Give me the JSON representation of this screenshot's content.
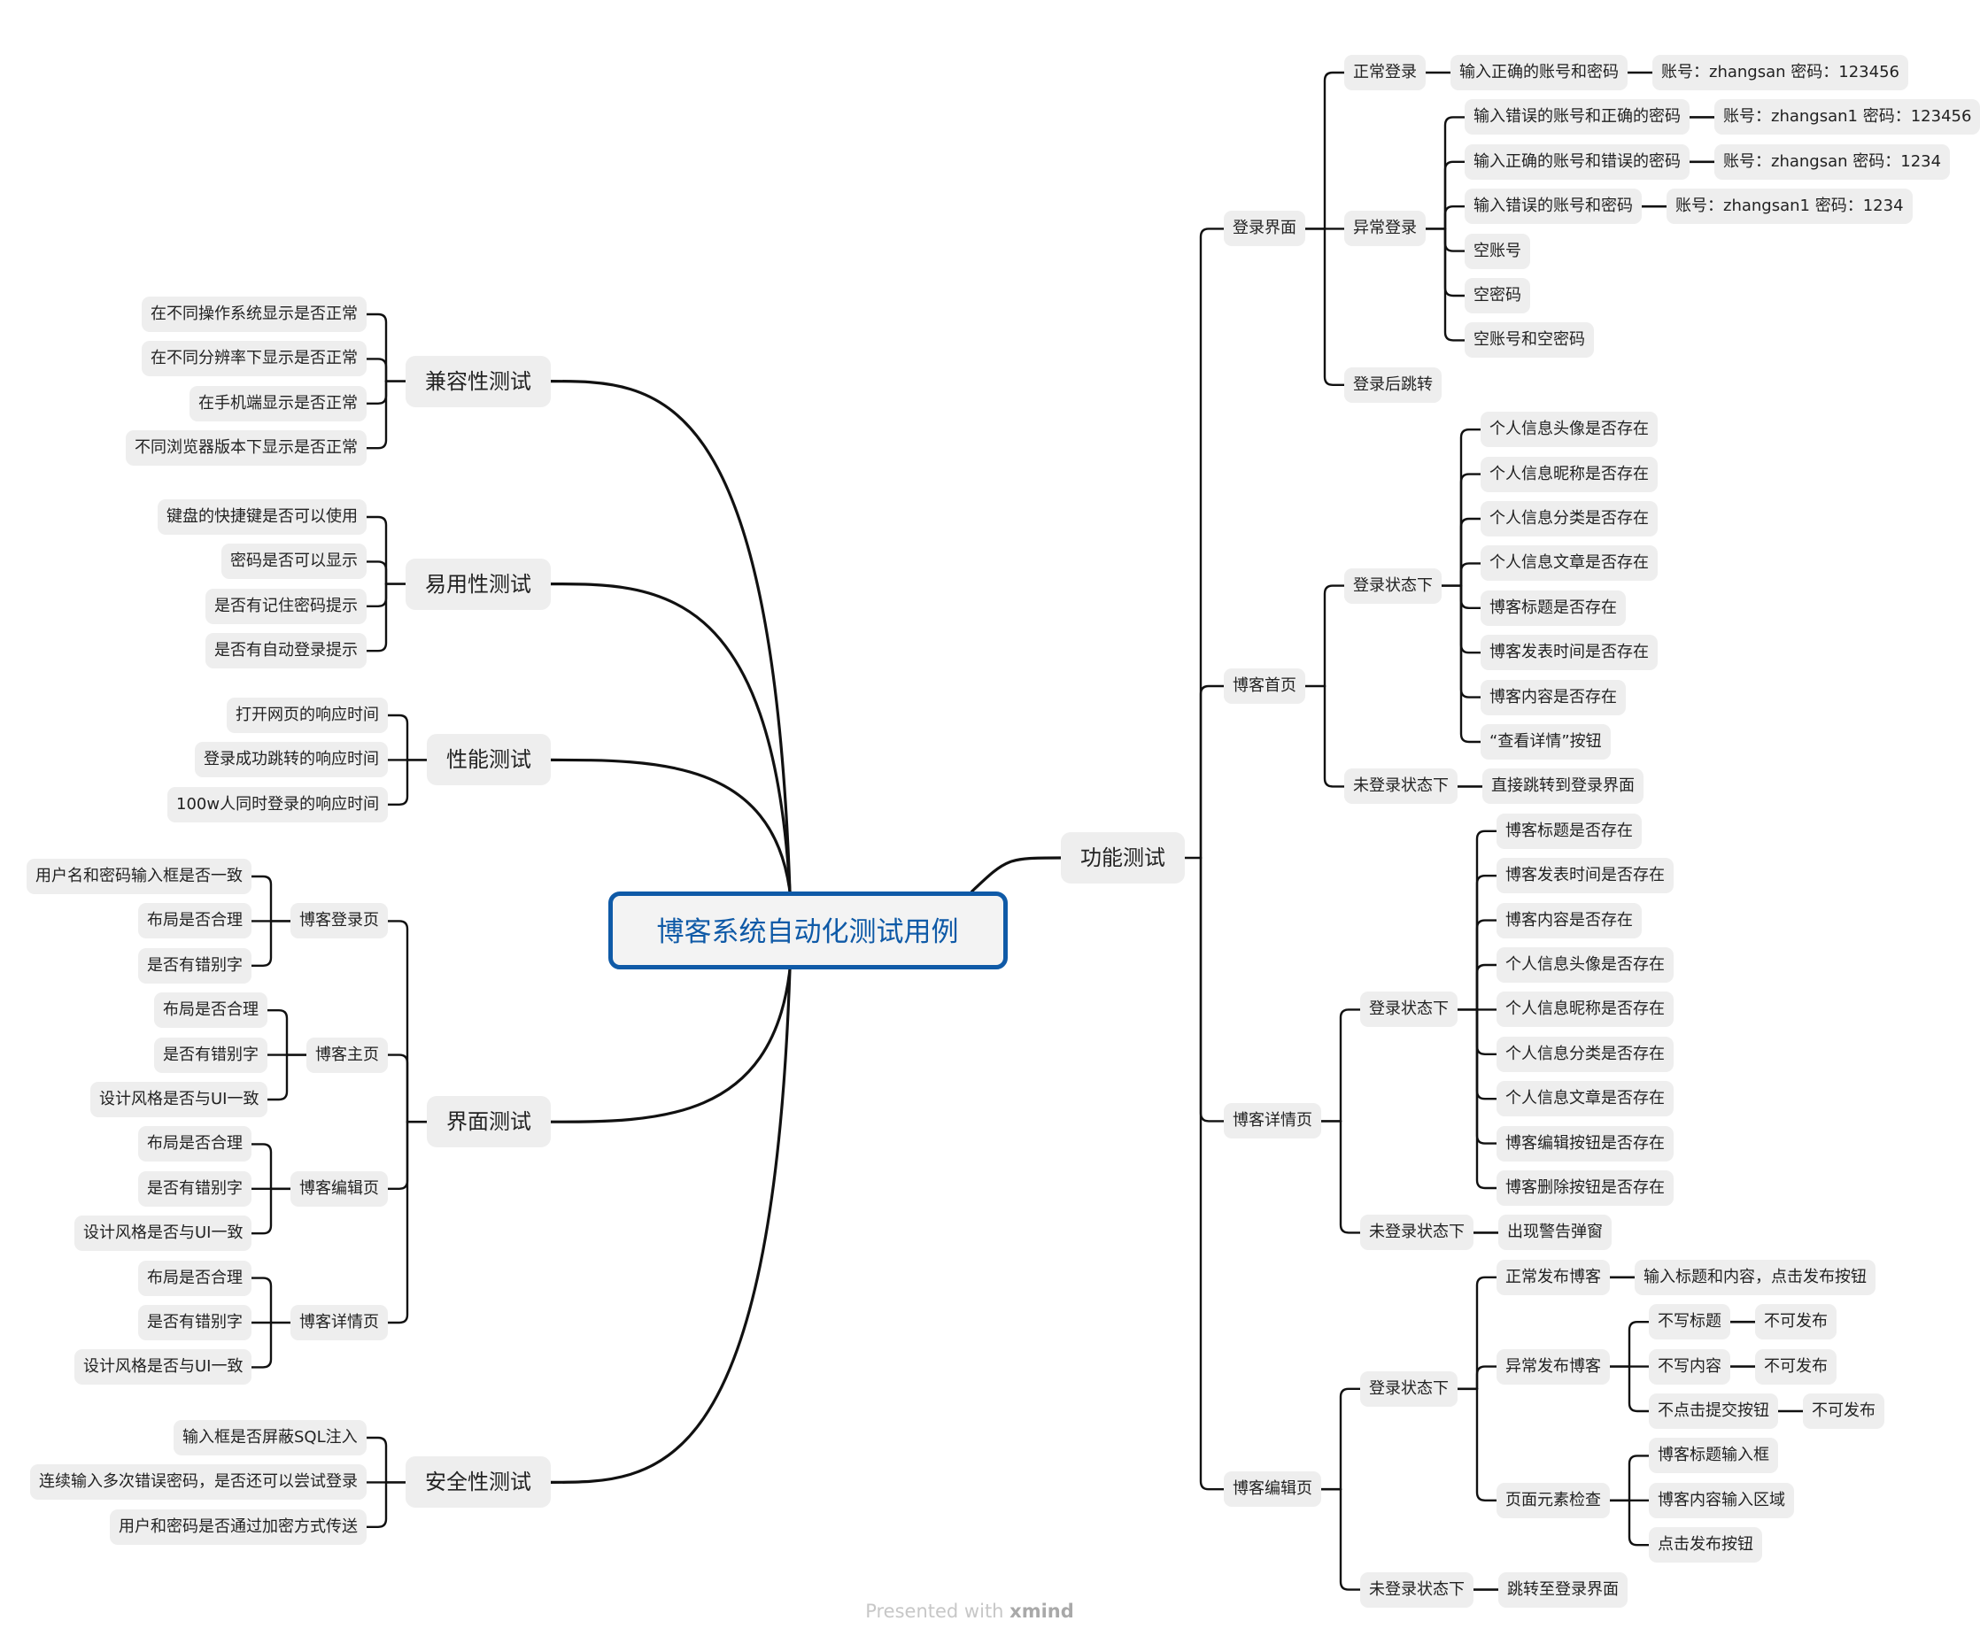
{
  "title": "博客系统自动化测试用例",
  "footer": {
    "prefix": "Presented with ",
    "brand": "xmind"
  },
  "colors": {
    "root_border": "#0f5aa7",
    "root_text": "#0f5aa7",
    "node_fill": "#eeeeee",
    "line": "#111111"
  },
  "right": {
    "label": "功能测试",
    "children": [
      {
        "label": "登录界面",
        "children": [
          {
            "label": "正常登录",
            "children": [
              {
                "label": "输入正确的账号和密码",
                "children": [
                  {
                    "label": "账号：zhangsan  密码：123456"
                  }
                ]
              }
            ]
          },
          {
            "label": "异常登录",
            "children": [
              {
                "label": "输入错误的账号和正确的密码",
                "children": [
                  {
                    "label": "账号：zhangsan1 密码：123456"
                  }
                ]
              },
              {
                "label": "输入正确的账号和错误的密码",
                "children": [
                  {
                    "label": "账号：zhangsan  密码：1234"
                  }
                ]
              },
              {
                "label": "输入错误的账号和密码",
                "children": [
                  {
                    "label": "账号：zhangsan1 密码：1234"
                  }
                ]
              },
              {
                "label": "空账号"
              },
              {
                "label": "空密码"
              },
              {
                "label": "空账号和空密码"
              }
            ]
          },
          {
            "label": "登录后跳转"
          }
        ]
      },
      {
        "label": "博客首页",
        "children": [
          {
            "label": "登录状态下",
            "children": [
              {
                "label": "个人信息头像是否存在"
              },
              {
                "label": "个人信息昵称是否存在"
              },
              {
                "label": "个人信息分类是否存在"
              },
              {
                "label": "个人信息文章是否存在"
              },
              {
                "label": "博客标题是否存在"
              },
              {
                "label": "博客发表时间是否存在"
              },
              {
                "label": "博客内容是否存在"
              },
              {
                "label": "“查看详情”按钮"
              }
            ]
          },
          {
            "label": "未登录状态下",
            "children": [
              {
                "label": "直接跳转到登录界面"
              }
            ]
          }
        ]
      },
      {
        "label": "博客详情页",
        "children": [
          {
            "label": "登录状态下",
            "children": [
              {
                "label": "博客标题是否存在"
              },
              {
                "label": "博客发表时间是否存在"
              },
              {
                "label": "博客内容是否存在"
              },
              {
                "label": "个人信息头像是否存在"
              },
              {
                "label": "个人信息昵称是否存在"
              },
              {
                "label": "个人信息分类是否存在"
              },
              {
                "label": "个人信息文章是否存在"
              },
              {
                "label": "博客编辑按钮是否存在"
              },
              {
                "label": "博客删除按钮是否存在"
              }
            ]
          },
          {
            "label": "未登录状态下",
            "children": [
              {
                "label": "出现警告弹窗"
              }
            ]
          }
        ]
      },
      {
        "label": "博客编辑页",
        "children": [
          {
            "label": "登录状态下",
            "children": [
              {
                "label": "正常发布博客",
                "children": [
                  {
                    "label": "输入标题和内容，点击发布按钮"
                  }
                ]
              },
              {
                "label": "异常发布博客",
                "children": [
                  {
                    "label": "不写标题",
                    "children": [
                      {
                        "label": "不可发布"
                      }
                    ]
                  },
                  {
                    "label": "不写内容",
                    "children": [
                      {
                        "label": "不可发布"
                      }
                    ]
                  },
                  {
                    "label": "不点击提交按钮",
                    "children": [
                      {
                        "label": "不可发布"
                      }
                    ]
                  }
                ]
              },
              {
                "label": "页面元素检查",
                "children": [
                  {
                    "label": "博客标题输入框"
                  },
                  {
                    "label": "博客内容输入区域"
                  },
                  {
                    "label": "点击发布按钮"
                  }
                ]
              }
            ]
          },
          {
            "label": "未登录状态下",
            "children": [
              {
                "label": "跳转至登录界面"
              }
            ]
          }
        ]
      }
    ]
  },
  "left": [
    {
      "label": "兼容性测试",
      "children": [
        {
          "label": "在不同操作系统显示是否正常"
        },
        {
          "label": "在不同分辨率下显示是否正常"
        },
        {
          "label": "在手机端显示是否正常"
        },
        {
          "label": "不同浏览器版本下显示是否正常"
        }
      ]
    },
    {
      "label": "易用性测试",
      "children": [
        {
          "label": "键盘的快捷键是否可以使用"
        },
        {
          "label": "密码是否可以显示"
        },
        {
          "label": "是否有记住密码提示"
        },
        {
          "label": "是否有自动登录提示"
        }
      ]
    },
    {
      "label": "性能测试",
      "children": [
        {
          "label": "打开网页的响应时间"
        },
        {
          "label": "登录成功跳转的响应时间"
        },
        {
          "label": "100w人同时登录的响应时间"
        }
      ]
    },
    {
      "label": "界面测试",
      "children": [
        {
          "label": "博客登录页",
          "children": [
            {
              "label": "用户名和密码输入框是否一致"
            },
            {
              "label": "布局是否合理"
            },
            {
              "label": "是否有错别字"
            }
          ]
        },
        {
          "label": "博客主页",
          "children": [
            {
              "label": "布局是否合理"
            },
            {
              "label": "是否有错别字"
            },
            {
              "label": "设计风格是否与UI一致"
            }
          ]
        },
        {
          "label": "博客编辑页",
          "children": [
            {
              "label": "布局是否合理"
            },
            {
              "label": "是否有错别字"
            },
            {
              "label": "设计风格是否与UI一致"
            }
          ]
        },
        {
          "label": "博客详情页",
          "children": [
            {
              "label": "布局是否合理"
            },
            {
              "label": "是否有错别字"
            },
            {
              "label": "设计风格是否与UI一致"
            }
          ]
        }
      ]
    },
    {
      "label": "安全性测试",
      "children": [
        {
          "label": "输入框是否屏蔽SQL注入"
        },
        {
          "label": "连续输入多次错误密码，是否还可以尝试登录"
        },
        {
          "label": "用户和密码是否通过加密方式传送"
        }
      ]
    }
  ]
}
